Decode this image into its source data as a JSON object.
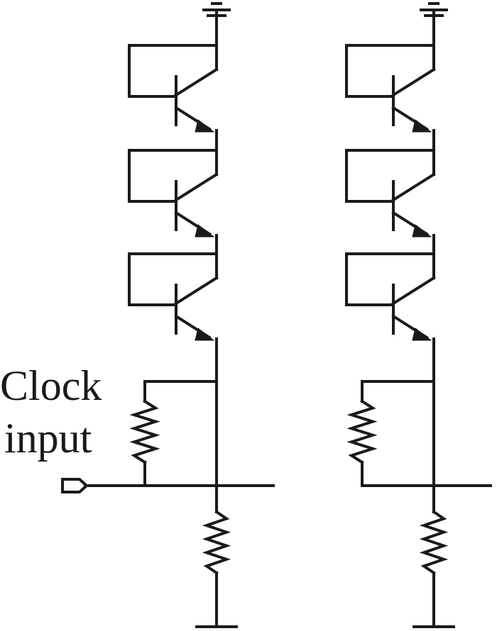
{
  "diagram": {
    "labels": {
      "clock_input_line1": "Clock",
      "clock_input_line2": "input"
    },
    "components": {
      "stacks": [
        {
          "name": "left-stack",
          "transistors": 3,
          "has_clock_input": true
        },
        {
          "name": "right-stack",
          "transistors": 3,
          "has_clock_input": false
        }
      ],
      "transistor_type": "npn-diode-connected",
      "resistors_per_stack": 2
    },
    "colors": {
      "line": "#1a1a1a",
      "background": "#ffffff"
    }
  }
}
